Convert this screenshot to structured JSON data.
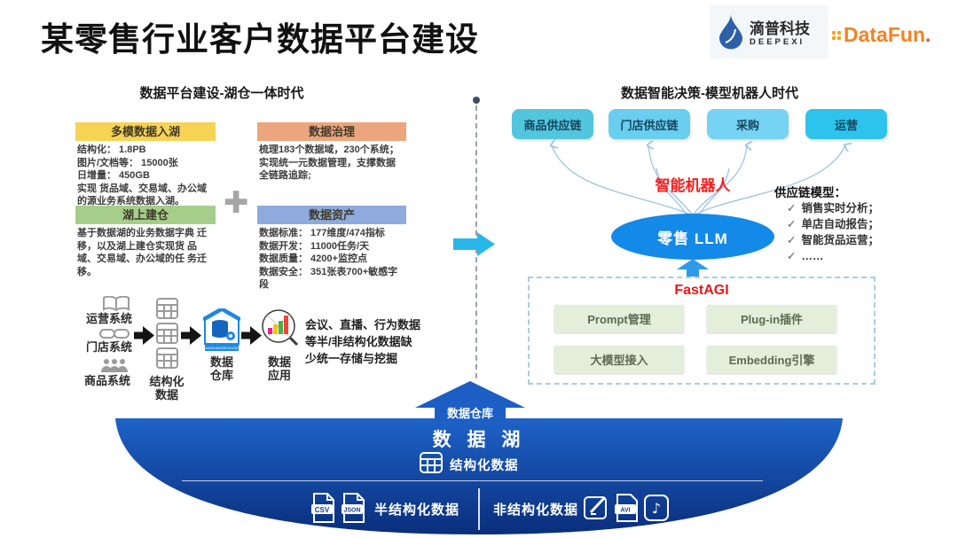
{
  "slide": {
    "title": "某零售行业客户数据平台建设",
    "logos": {
      "deepexi_cn": "滴普科技",
      "deepexi_en": "DEEPEXI",
      "datafun_name": "DataFun",
      "datafun_dot": "."
    }
  },
  "left": {
    "header": "数据平台建设-湖仓一体时代",
    "plus_glyph": "✚",
    "cards": [
      {
        "title": "多模数据入湖",
        "color": "#F6D355",
        "body": "结构化： 1.8PB\n图片/文档等： 15000张\n日增量： 450GB\n实现 货品域、交易域、办公域的源业务系统数据入湖。"
      },
      {
        "title": "数据治理",
        "color": "#EDA57E",
        "body": "梳理183个数据域，230个系统；实现统一元数据管理，支撑数据 全链路追踪;"
      },
      {
        "title": "湖上建仓",
        "color": "#A6CE8B",
        "body": "基于数据湖的业务数据字典 迁移，以及湖上建仓实现货 品域、交易域、办公域的任 务迁移。"
      },
      {
        "title": "数据资产",
        "color": "#8FAADC",
        "body": "数据标准： 177维度/474指标\n数据开发： 11000任务/天\n数据质量： 4200+监控点\n数据安全： 351张表700+敏感字段"
      }
    ],
    "flow": {
      "systems": [
        "运营系统",
        "门店系统",
        "商品系统"
      ],
      "structured": "结构化\n数据",
      "warehouse": "数据\n仓库",
      "warehouse_icon_text": "DATA WAREHOUSE",
      "application": "数据\n应用",
      "note": "会议、直播、行为数据等半/非结构化数据缺少统一存储与挖掘"
    }
  },
  "right": {
    "header": "数据智能决策-模型机器人时代",
    "chips": [
      "商品供应链",
      "门店供应链",
      "采购",
      "运营"
    ],
    "chip_colors": [
      "#53C6DE",
      "#69CEEF",
      "#76D3F3",
      "#2EC3EC"
    ],
    "robot_label": "智能机器人",
    "llm_label": "零售 LLM",
    "model_list_title": "供应链模型：",
    "check_glyph": "✓",
    "model_items": [
      "销售实时分析；",
      "单店自动报告；",
      "智能货品运营；",
      "……"
    ],
    "fastagi": {
      "title": "FastAGI",
      "modules": [
        "Prompt管理",
        "Plug-in插件",
        "大模型接入",
        "Embedding引擎"
      ]
    }
  },
  "lake": {
    "warehouse_label": "数据仓库",
    "lake_label": "数 据 湖",
    "structured_label": "结构化数据",
    "semi_label": "半结构化数据",
    "unstructured_label": "非结构化数据",
    "file_csv": "CSV",
    "file_json": "JSON",
    "file_avi": "AVI",
    "music_glyph": "♪"
  },
  "colors": {
    "accent_red": "#FE1B1B",
    "llm_blue": "#1389E8",
    "cyan_arrow": "#29B7EA",
    "lake_top": "#1E63C8",
    "lake_bottom": "#0A2E7C"
  }
}
